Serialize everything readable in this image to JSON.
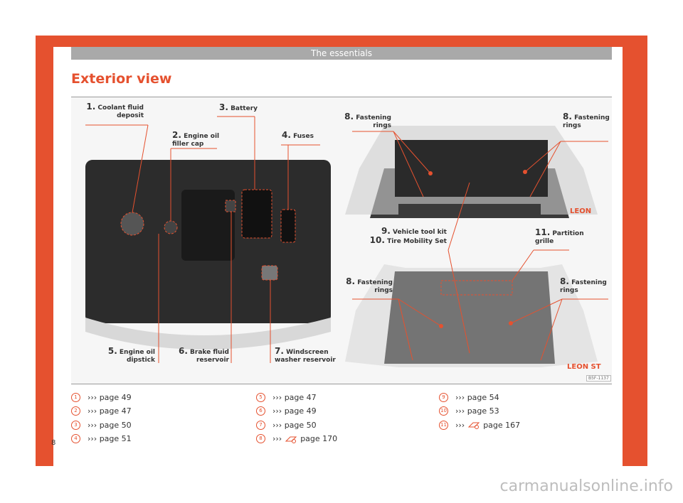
{
  "header": {
    "section_title": "The essentials"
  },
  "page": {
    "title": "Exterior view",
    "number": "8"
  },
  "figure": {
    "code": "B5F-1137",
    "models": {
      "hatchback": "LEON",
      "estate": "LEON ST"
    },
    "labels": {
      "l1": {
        "num": "1.",
        "text": "Coolant fluid",
        "text2": "deposit"
      },
      "l2": {
        "num": "2.",
        "text": "Engine oil",
        "text2": "filler cap"
      },
      "l3": {
        "num": "3.",
        "text": "Battery"
      },
      "l4": {
        "num": "4.",
        "text": "Fuses"
      },
      "l5": {
        "num": "5.",
        "text": "Engine oil",
        "text2": "dipstick"
      },
      "l6": {
        "num": "6.",
        "text": "Brake fluid",
        "text2": "reservoir"
      },
      "l7": {
        "num": "7.",
        "text": "Windscreen",
        "text2": "washer reservoir"
      },
      "l8a": {
        "num": "8.",
        "text": "Fastening",
        "text2": "rings"
      },
      "l8b": {
        "num": "8.",
        "text": "Fastening",
        "text2": "rings"
      },
      "l8c": {
        "num": "8.",
        "text": "Fastening",
        "text2": "rings"
      },
      "l8d": {
        "num": "8.",
        "text": "Fastening",
        "text2": "rings"
      },
      "l9": {
        "num": "9.",
        "text": "Vehicle tool kit"
      },
      "l10": {
        "num": "10.",
        "text": "Tire Mobility Set"
      },
      "l11": {
        "num": "11.",
        "text": "Partition",
        "text2": "grille"
      }
    }
  },
  "references": {
    "col1": [
      {
        "n": "1",
        "text": "››› page 49"
      },
      {
        "n": "2",
        "text": "››› page 47"
      },
      {
        "n": "3",
        "text": "››› page 50"
      },
      {
        "n": "4",
        "text": "››› page 51"
      }
    ],
    "col2": [
      {
        "n": "5",
        "text": "››› page 47"
      },
      {
        "n": "6",
        "text": "››› page 49"
      },
      {
        "n": "7",
        "text": "››› page 50"
      },
      {
        "n": "8",
        "text": "›››",
        "icon": "book-icon",
        "text2": "page 170"
      }
    ],
    "col3": [
      {
        "n": "9",
        "text": "››› page 54"
      },
      {
        "n": "10",
        "text": "››› page 53"
      },
      {
        "n": "11",
        "text": "›››",
        "icon": "book-icon",
        "text2": "page 167"
      }
    ]
  },
  "watermark": "carmanualsonline.info",
  "colors": {
    "accent": "#e5512f",
    "header_bar": "#a9a9a9"
  }
}
